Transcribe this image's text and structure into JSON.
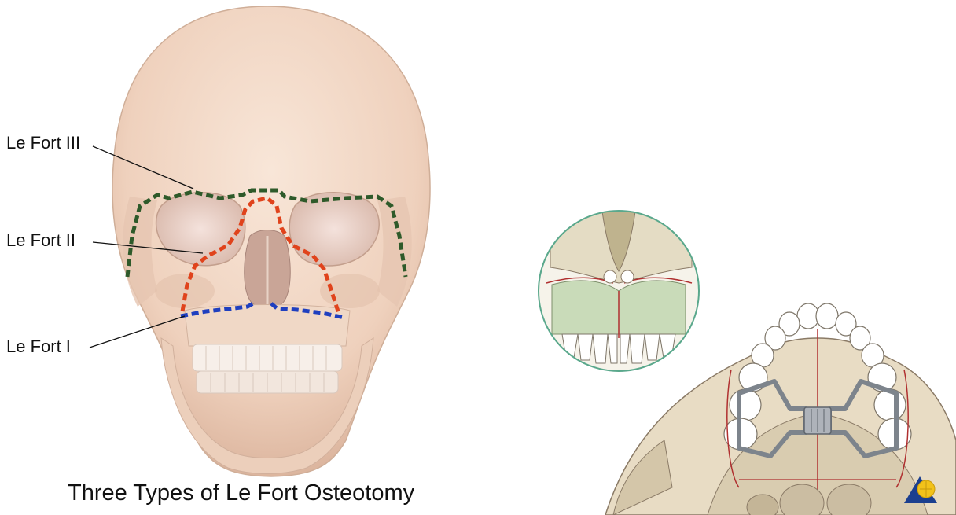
{
  "labels": {
    "le_fort_3": "Le Fort III",
    "le_fort_2": "Le Fort II",
    "le_fort_1": "Le Fort I"
  },
  "caption": "Three Types of Le Fort Osteotomy",
  "colors": {
    "le_fort_3_line": "#2e5a2a",
    "le_fort_2_line": "#e0431c",
    "le_fort_1_line": "#1f3fbf",
    "bone": "#f3d9c7",
    "bone_shadow": "#d9b8a3",
    "inset_ring": "#5aa88c",
    "inset_green": "#c9dbb9",
    "device_metal": "#9aa0a8",
    "logo_blue": "#1b3f8f",
    "logo_yellow": "#f2c21a"
  },
  "icons": {
    "skull": "skull-illustration",
    "inset": "maxilla-inset-illustration",
    "palate": "palate-expander-illustration",
    "logo": "publisher-logo-icon"
  }
}
